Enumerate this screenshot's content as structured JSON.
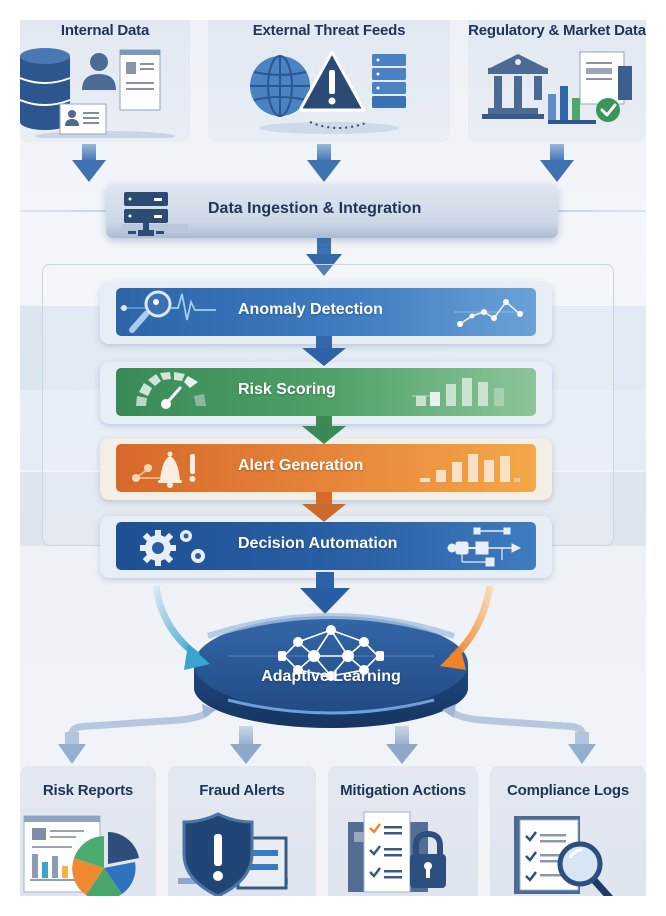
{
  "sources": [
    {
      "title": "Internal Data",
      "icon": "database-user-document-icon"
    },
    {
      "title": "External Threat Feeds",
      "icon": "globe-warning-server-icon"
    },
    {
      "title": "Regulatory & Market Data",
      "icon": "bank-chart-check-icon"
    }
  ],
  "ingestion": {
    "label": "Data Ingestion & Integration",
    "icon": "server-network-icon"
  },
  "pipeline": [
    {
      "label": "Anomaly Detection",
      "icon": "magnifier-pulse-icon",
      "deco": "line-graph-icon",
      "color": "#3a73b8"
    },
    {
      "label": "Risk Scoring",
      "icon": "gauge-icon",
      "deco": "bar-chart-icon",
      "color": "#4a9a62"
    },
    {
      "label": "Alert Generation",
      "icon": "bell-alert-icon",
      "deco": "bar-chart-icon",
      "color": "#e27a33"
    },
    {
      "label": "Decision Automation",
      "icon": "gears-icon",
      "deco": "flowchart-icon",
      "color": "#2659a0"
    }
  ],
  "hub": {
    "label": "Adaptive Learning",
    "icon": "neural-network-icon",
    "color": "#24508f"
  },
  "outputs": [
    {
      "title": "Risk Reports",
      "icon": "report-pie-chart-icon"
    },
    {
      "title": "Fraud Alerts",
      "icon": "shield-alert-icon"
    },
    {
      "title": "Mitigation Actions",
      "icon": "checklist-lock-icon"
    },
    {
      "title": "Compliance Logs",
      "icon": "checklist-magnifier-icon"
    }
  ],
  "colors": {
    "title_text": "#1f3557",
    "arrow_blue": "#3f74b5",
    "feedback_teal": "#4aa8cf",
    "feedback_orange": "#f08a2c"
  }
}
